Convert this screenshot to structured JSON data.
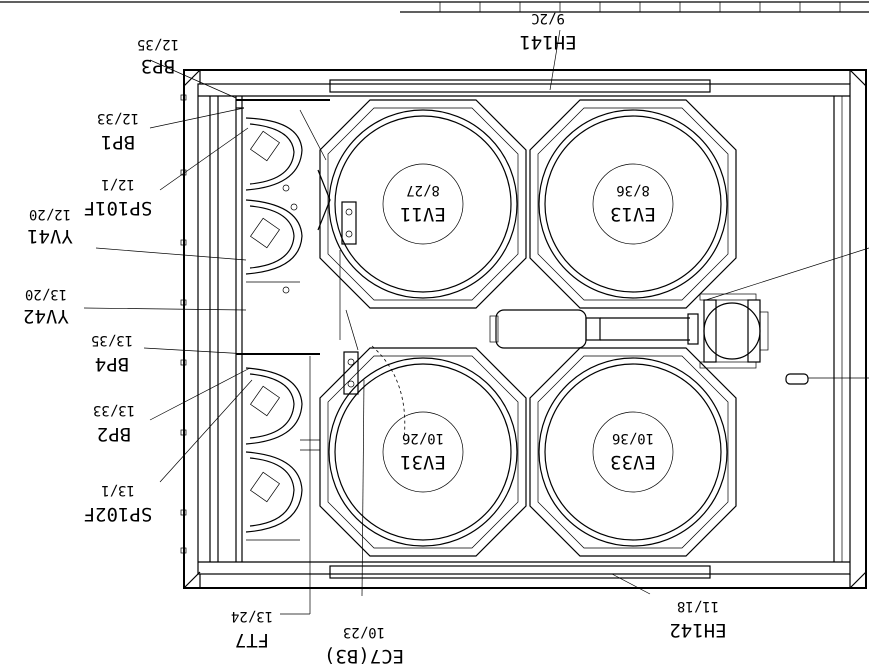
{
  "labels": {
    "bp3": {
      "name": "BP3",
      "ref": "12/35"
    },
    "bp1": {
      "name": "BP1",
      "ref": "12/33"
    },
    "sp101f": {
      "name": "SP101F",
      "ref": "12/1"
    },
    "yv41": {
      "name": "YV41",
      "ref": "12/20"
    },
    "yv42": {
      "name": "YV42",
      "ref": "13/20"
    },
    "bp4": {
      "name": "BP4",
      "ref": "13/35"
    },
    "bp2": {
      "name": "BP2",
      "ref": "13/33"
    },
    "sp102f": {
      "name": "SP102F",
      "ref": "13/1"
    },
    "ft7": {
      "name": "FT7",
      "ref": "13/24"
    },
    "ec7": {
      "name": "EC7(B3)",
      "ref": "10/23"
    },
    "eh141": {
      "name": "EH141",
      "ref": "9/2C"
    },
    "eh142": {
      "name": "EH142",
      "ref": "11/18"
    },
    "ev11": {
      "name": "EV11",
      "ref": "8/27"
    },
    "ev13": {
      "name": "EV13",
      "ref": "8/36"
    },
    "ev31": {
      "name": "EV31",
      "ref": "10/26"
    },
    "ev33": {
      "name": "EV33",
      "ref": "10/36"
    }
  }
}
